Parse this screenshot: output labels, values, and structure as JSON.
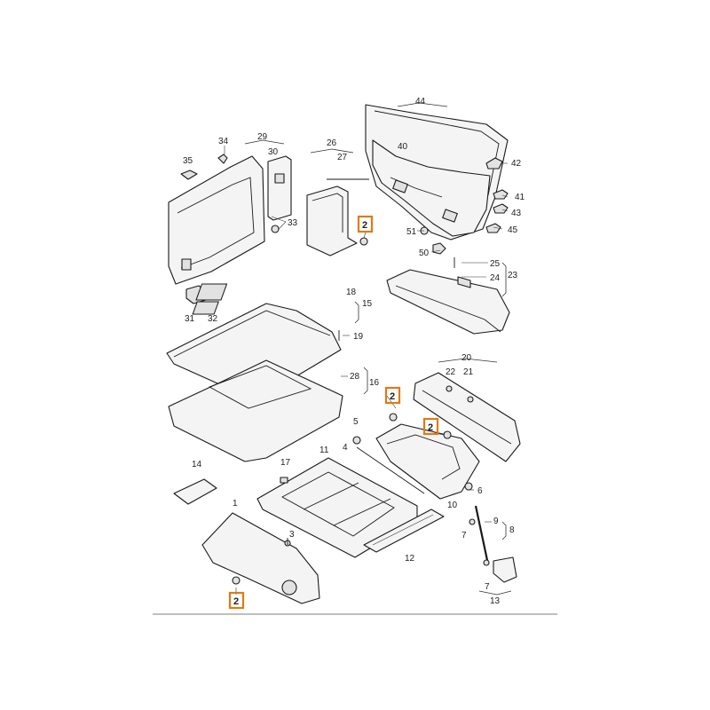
{
  "callouts": {
    "c1": "1",
    "c2": "2",
    "c3": "3",
    "c4": "4",
    "c5": "5",
    "c6": "6",
    "c7a": "7",
    "c7b": "7",
    "c8": "8",
    "c9": "9",
    "c10": "10",
    "c11": "11",
    "c12": "12",
    "c13": "13",
    "c14": "14",
    "c15": "15",
    "c16": "16",
    "c17": "17",
    "c18": "18",
    "c19": "19",
    "c20": "20",
    "c21": "21",
    "c22": "22",
    "c23": "23",
    "c24": "24",
    "c25": "25",
    "c26": "26",
    "c27": "27",
    "c28": "28",
    "c29": "29",
    "c30": "30",
    "c31": "31",
    "c32": "32",
    "c33": "33",
    "c34": "34",
    "c35": "35",
    "c40": "40",
    "c41": "41",
    "c42": "42",
    "c43": "43",
    "c44": "44",
    "c45": "45",
    "c50": "50",
    "c51": "51"
  },
  "highlighted": {
    "h1": "2",
    "h2": "2",
    "h3": "2",
    "h4": "2"
  },
  "colors": {
    "highlight": "#e07b12",
    "ink": "#1a1a1a",
    "paper": "#ffffff"
  }
}
